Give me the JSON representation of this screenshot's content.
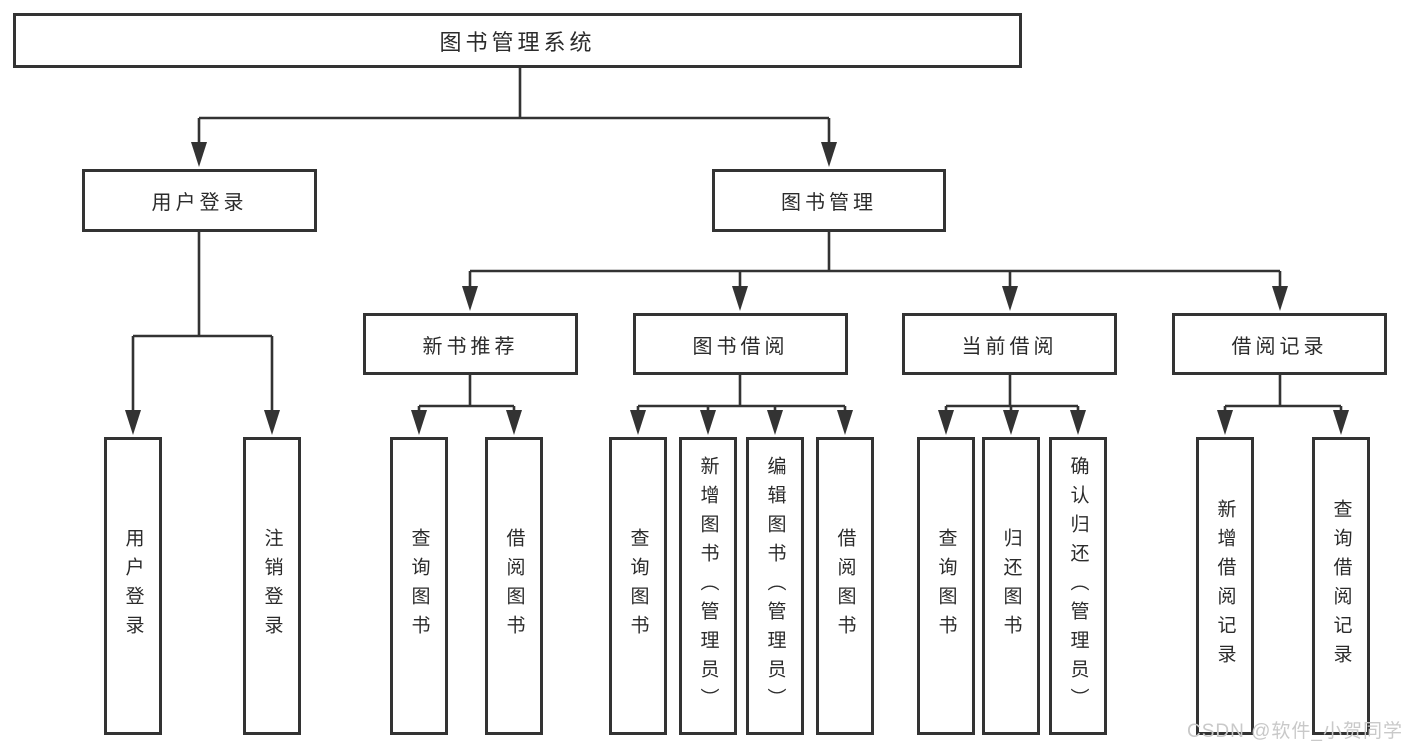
{
  "tree": {
    "label": "图书管理系统",
    "children": [
      {
        "label": "用户登录",
        "children": [
          {
            "label": "用户登录"
          },
          {
            "label": "注销登录"
          }
        ]
      },
      {
        "label": "图书管理",
        "children": [
          {
            "label": "新书推荐",
            "children": [
              {
                "label": "查询图书"
              },
              {
                "label": "借阅图书"
              }
            ]
          },
          {
            "label": "图书借阅",
            "children": [
              {
                "label": "查询图书"
              },
              {
                "label": "新增图书（管理员）"
              },
              {
                "label": "编辑图书（管理员）"
              },
              {
                "label": "借阅图书"
              }
            ]
          },
          {
            "label": "当前借阅",
            "children": [
              {
                "label": "查询图书"
              },
              {
                "label": "归还图书"
              },
              {
                "label": "确认归还（管理员）"
              }
            ]
          },
          {
            "label": "借阅记录",
            "children": [
              {
                "label": "新增借阅记录"
              },
              {
                "label": "查询借阅记录"
              }
            ]
          }
        ]
      }
    ]
  },
  "watermark": "CSDN @软件_小贺同学",
  "colors": {
    "line": "#333333",
    "text": "#2b2b2b",
    "background": "#ffffff",
    "watermark": "#c9c9c9"
  }
}
